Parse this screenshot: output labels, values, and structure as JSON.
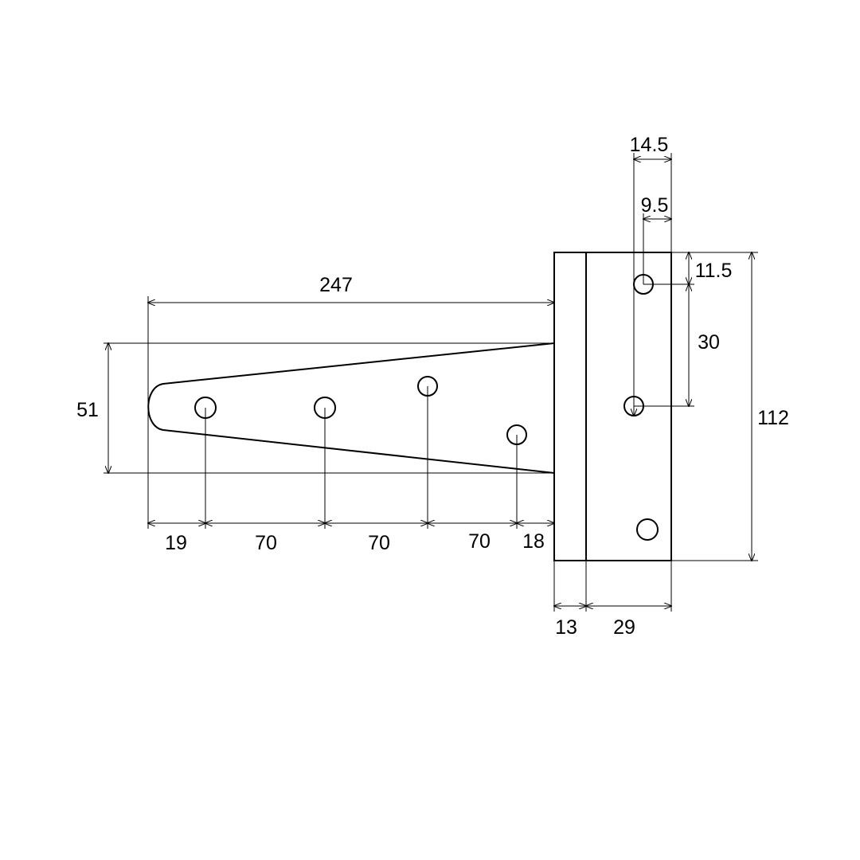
{
  "diagram": {
    "line_color": "#000000",
    "background": "#ffffff",
    "dimensions": {
      "overall_length": "247",
      "strap_width": "51",
      "gap_first_hole": "19",
      "pitch_1": "70",
      "pitch_2": "70",
      "pitch_3": "70",
      "gap_last": "18",
      "knuckle_width": "13",
      "plate_width": "29",
      "plate_height": "112",
      "hole_offset_outer": "14.5",
      "hole_offset_inner": "9.5",
      "top_hole_offset": "11.5",
      "hole_spacing": "30"
    }
  }
}
